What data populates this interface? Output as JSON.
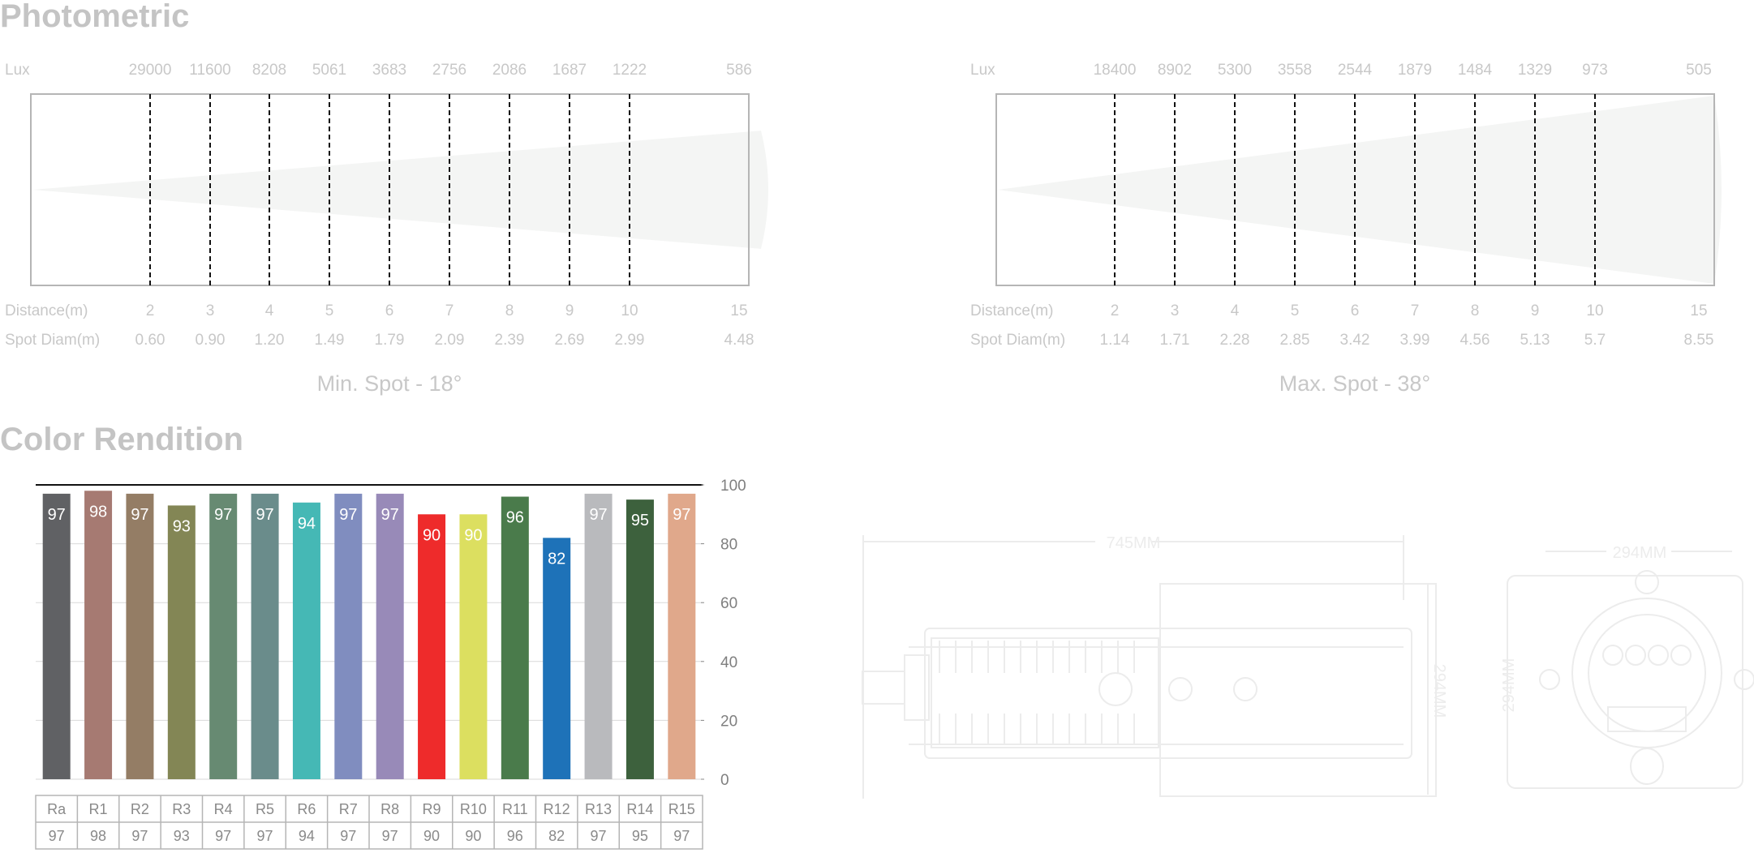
{
  "sections": {
    "photometric_title": "Photometric",
    "color_title": "Color Rendition"
  },
  "photometric": [
    {
      "caption": "Min. Spot - 18°",
      "lux_label": "Lux",
      "distance_label": "Distance(m)",
      "spot_label": "Spot Diam(m)",
      "lux": [
        "29000",
        "11600",
        "8208",
        "5061",
        "3683",
        "2756",
        "2086",
        "1687",
        "1222",
        "586"
      ],
      "distance": [
        "2",
        "3",
        "4",
        "5",
        "6",
        "7",
        "8",
        "9",
        "10",
        "15"
      ],
      "spot_diam": [
        "0.60",
        "0.90",
        "1.20",
        "1.49",
        "1.79",
        "2.09",
        "2.39",
        "2.69",
        "2.99",
        "4.48"
      ],
      "beam_angle_deg": 18
    },
    {
      "caption": "Max. Spot - 38°",
      "lux_label": "Lux",
      "distance_label": "Distance(m)",
      "spot_label": "Spot Diam(m)",
      "lux": [
        "18400",
        "8902",
        "5300",
        "3558",
        "2544",
        "1879",
        "1484",
        "1329",
        "973",
        "505"
      ],
      "distance": [
        "2",
        "3",
        "4",
        "5",
        "6",
        "7",
        "8",
        "9",
        "10",
        "15"
      ],
      "spot_diam": [
        "1.14",
        "1.71",
        "2.28",
        "2.85",
        "3.42",
        "3.99",
        "4.56",
        "5.13",
        "5.7",
        "8.55"
      ],
      "beam_angle_deg": 38
    }
  ],
  "chart_data": {
    "type": "bar",
    "categories": [
      "Ra",
      "R1",
      "R2",
      "R3",
      "R4",
      "R5",
      "R6",
      "R7",
      "R8",
      "R9",
      "R10",
      "R11",
      "R12",
      "R13",
      "R14",
      "R15"
    ],
    "values": [
      97,
      98,
      97,
      93,
      97,
      97,
      94,
      97,
      97,
      90,
      90,
      96,
      82,
      97,
      95,
      97
    ],
    "colors": [
      "#606164",
      "#a67a72",
      "#947d65",
      "#838655",
      "#678a72",
      "#6a8c8b",
      "#45b8b5",
      "#808dbf",
      "#988ab8",
      "#ee2b2b",
      "#dcdf60",
      "#4a7b4b",
      "#1e72b8",
      "#b9babd",
      "#3d613d",
      "#e0a88b"
    ],
    "value_label_colors": [
      "#ffffff",
      "#ffffff",
      "#ffffff",
      "#ffffff",
      "#ffffff",
      "#ffffff",
      "#ffffff",
      "#ffffff",
      "#ffffff",
      "#ffffff",
      "#ffffff",
      "#ffffff",
      "#ffffff",
      "#ffffff",
      "#ffffff",
      "#ffffff"
    ],
    "ylim": [
      0,
      100
    ],
    "yticks": [
      "0",
      "20",
      "40",
      "60",
      "80",
      "100"
    ],
    "grid": true,
    "title": "",
    "xlabel": "",
    "ylabel": ""
  },
  "dimensions": {
    "width_label": "745MM",
    "height_label": "294MM",
    "front_width_label": "294MM",
    "front_height_label": "294MM"
  }
}
